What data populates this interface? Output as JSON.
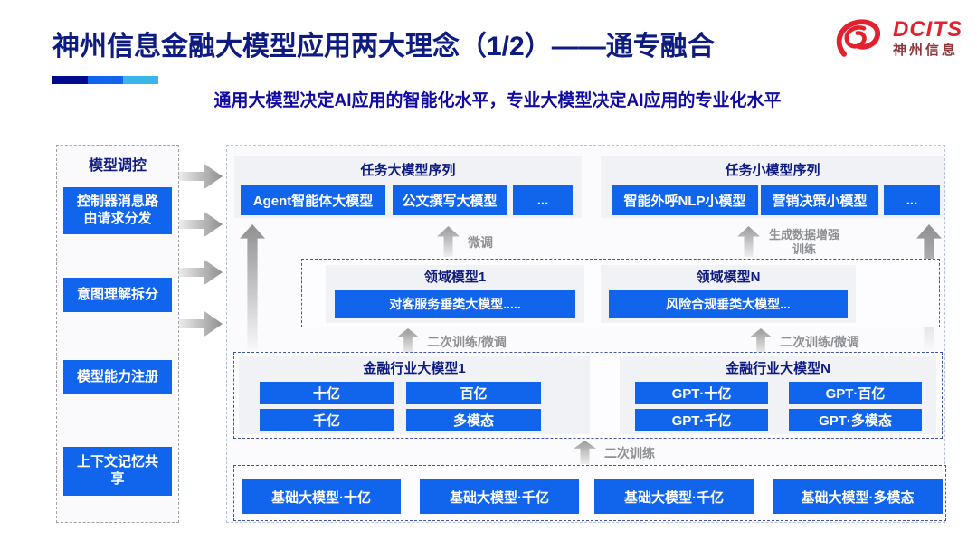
{
  "header": {
    "title": "神州信息金融大模型应用两大理念（1/2）——通专融合",
    "subtitle": "通用大模型决定AI应用的智能化水平，专业大模型决定AI应用的专业化水平",
    "logo": {
      "brand": "DCITS",
      "brand_cn": "神州信息"
    }
  },
  "colors": {
    "accent_blue": "#1165EC",
    "title_navy": "#0E1B80",
    "subtitle_blue": "#120BA3",
    "logo_red": "#E3212E",
    "underline_segments": [
      "#000A8C",
      "#1165EC",
      "#3AB5E8"
    ],
    "arrow_gray": "#8F8F8F"
  },
  "sidebar": {
    "title": "模型调控",
    "items": [
      {
        "label": "控制器消息路由请求分发"
      },
      {
        "label": "意图理解拆分"
      },
      {
        "label": "模型能力注册"
      },
      {
        "label": "上下文记忆共享"
      }
    ]
  },
  "diagram": {
    "task_large": {
      "title": "任务大模型序列",
      "boxes": [
        "Agent智能体大模型",
        "公文撰写大模型",
        "..."
      ]
    },
    "task_small": {
      "title": "任务小模型序列",
      "boxes": [
        "智能外呼NLP小模型",
        "营销决策小模型",
        "..."
      ]
    },
    "labels": {
      "fine_tune": "微调",
      "gen_data": "生成数据增强训练",
      "retrain_left": "二次训练/微调",
      "retrain_right": "二次训练/微调",
      "retrain_bottom": "二次训练"
    },
    "domain": {
      "groups": [
        {
          "title": "领域模型1",
          "box": "对客服务垂类大模型....."
        },
        {
          "title": "领域模型N",
          "box": "风险合规垂类大模型..."
        }
      ]
    },
    "industry": {
      "groups": [
        {
          "title": "金融行业大模型1",
          "boxes": [
            "十亿",
            "百亿",
            "千亿",
            "多模态"
          ]
        },
        {
          "title": "金融行业大模型N",
          "boxes": [
            "GPT·十亿",
            "GPT·百亿",
            "GPT·千亿",
            "GPT·多模态"
          ]
        }
      ]
    },
    "foundation": {
      "boxes": [
        "基础大模型·十亿",
        "基础大模型·千亿",
        "基础大模型·千亿",
        "基础大模型·多模态"
      ]
    }
  }
}
